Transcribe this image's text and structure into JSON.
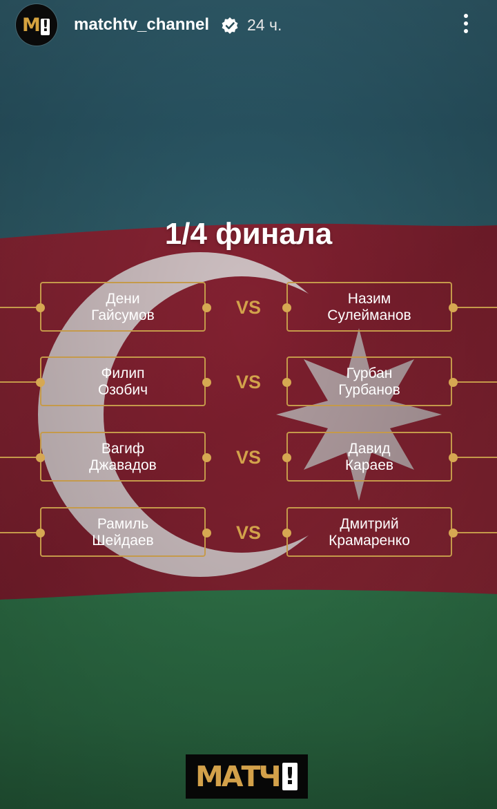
{
  "header": {
    "avatar_text": "M!",
    "username": "matchtv_channel",
    "time": "24 ч."
  },
  "story": {
    "title": "1/4 финала",
    "vs_label": "VS",
    "matches": [
      {
        "left": [
          "Дени",
          "Гайсумов"
        ],
        "right": [
          "Назим",
          "Сулейманов"
        ]
      },
      {
        "left": [
          "Филип",
          "Озобич"
        ],
        "right": [
          "Гурбан",
          "Гурбанов"
        ]
      },
      {
        "left": [
          "Вагиф",
          "Джавадов"
        ],
        "right": [
          "Давид",
          "Караев"
        ]
      },
      {
        "left": [
          "Рамиль",
          "Шейдаев"
        ],
        "right": [
          "Дмитрий",
          "Крамаренко"
        ]
      }
    ],
    "brand": "МАТЧ!"
  },
  "colors": {
    "gold": "#c59a4a",
    "flag_blue": "#2e5f6c",
    "flag_red": "#8a2432",
    "flag_green": "#2f7148"
  }
}
